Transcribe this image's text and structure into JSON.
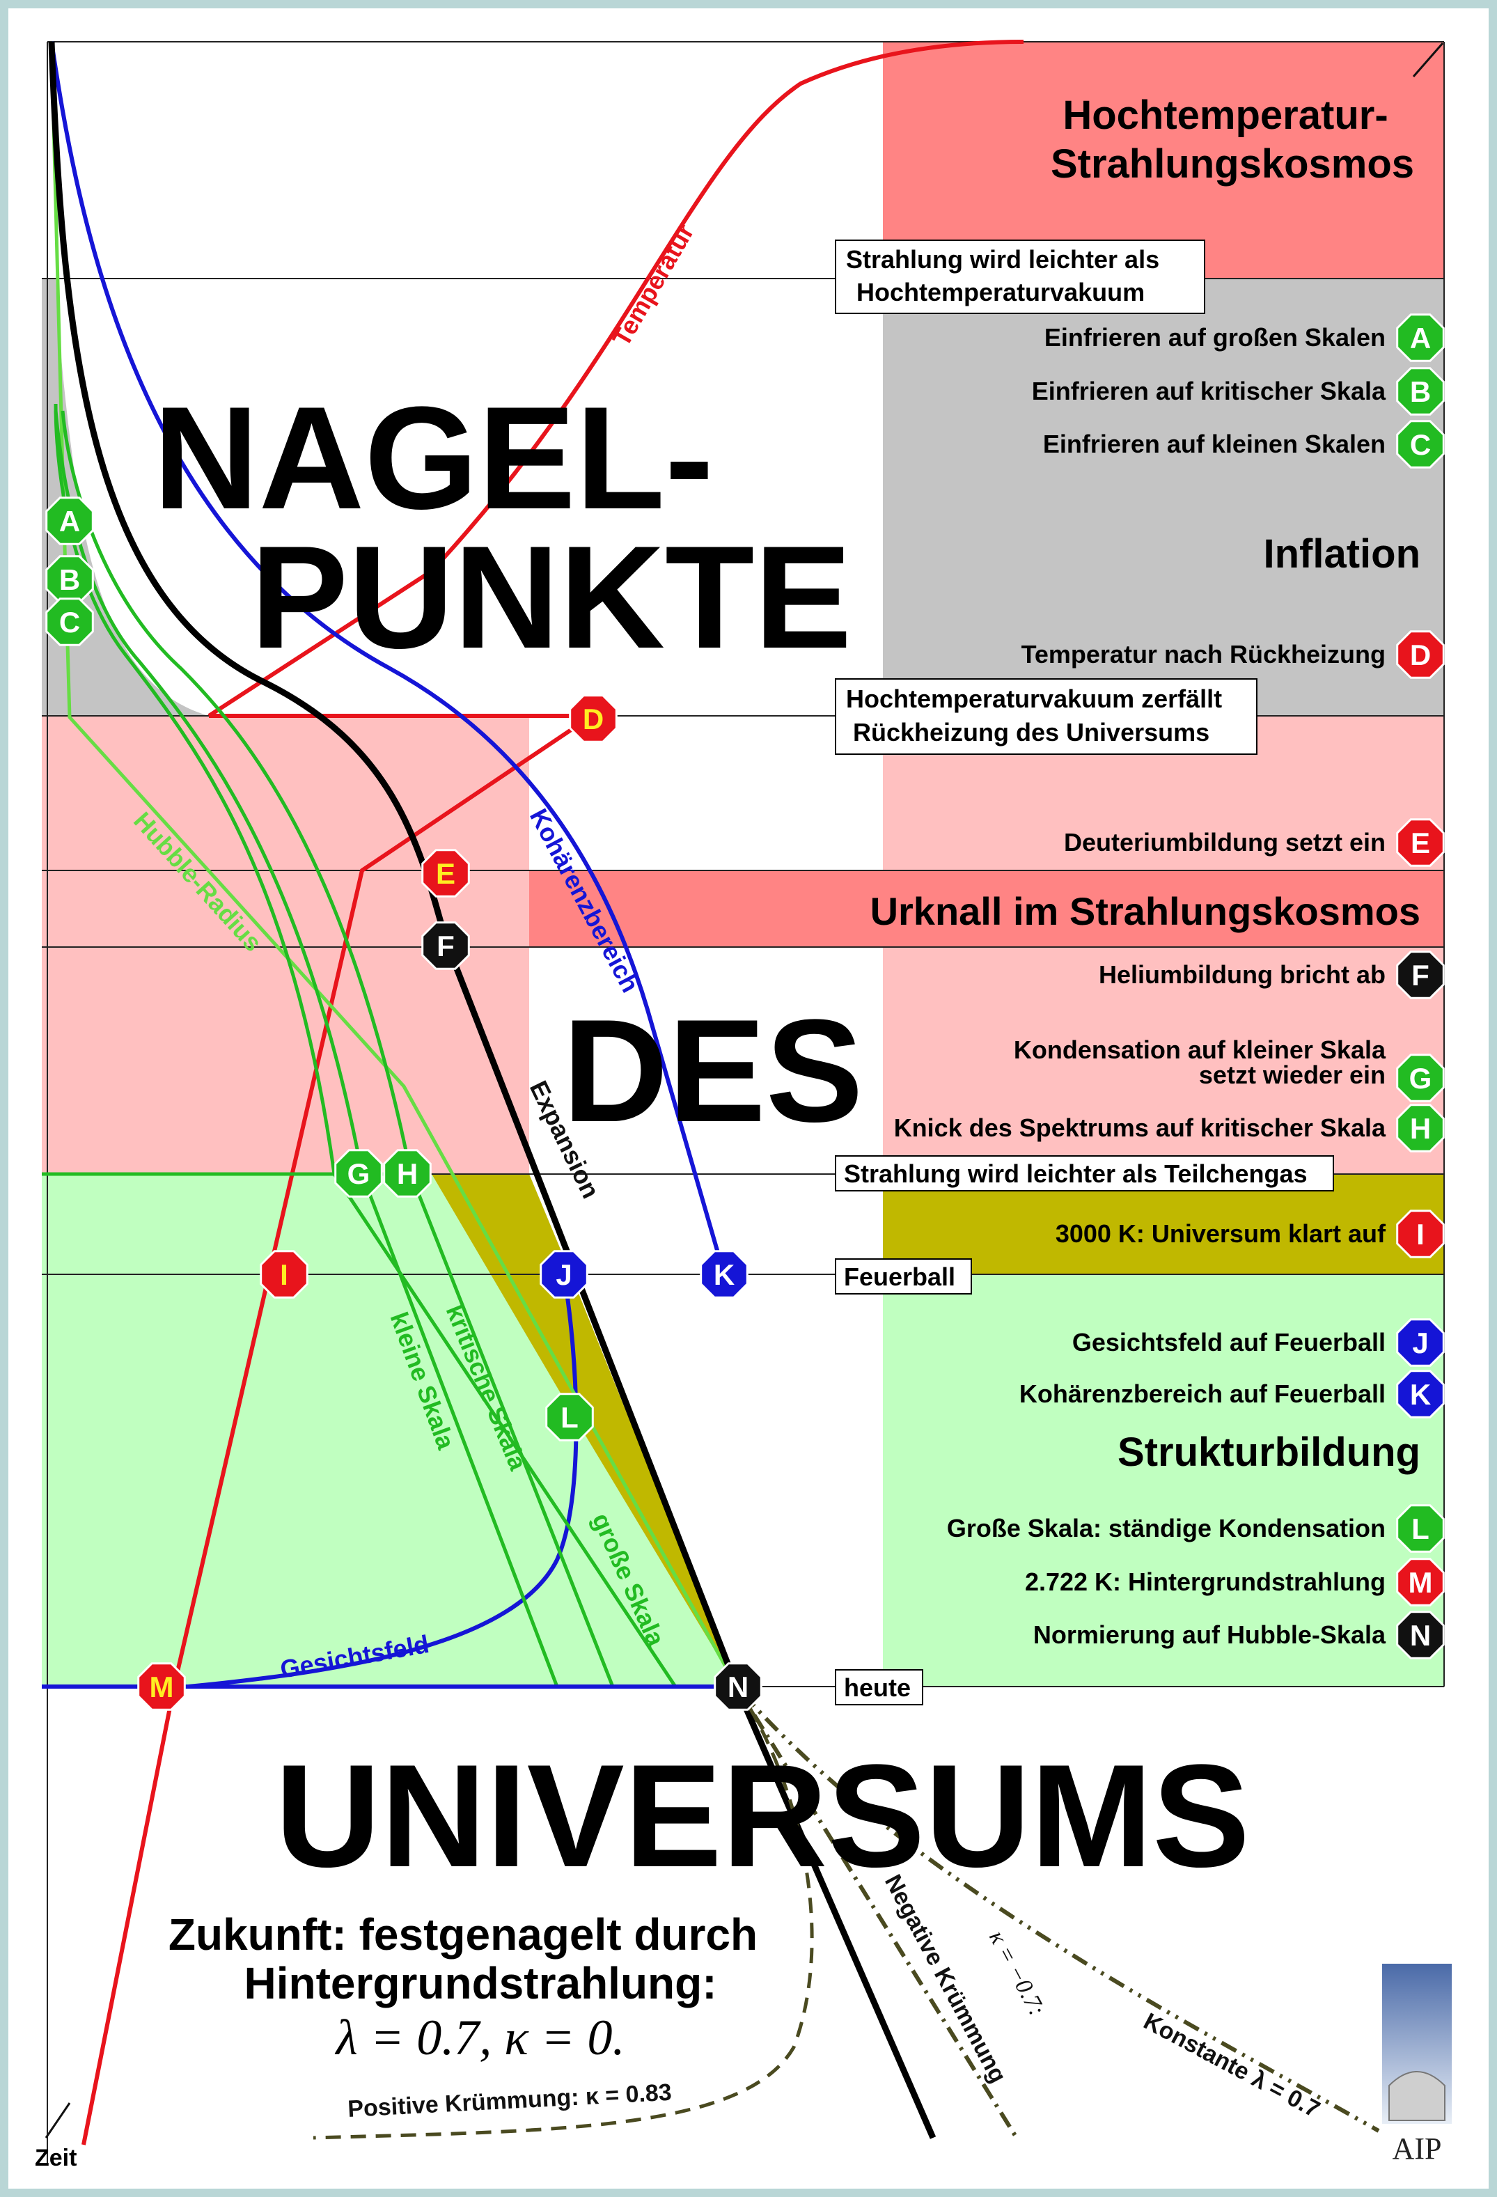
{
  "title": {
    "line1": "NAGEL-",
    "line2": "PUNKTE",
    "line3": "DES",
    "line4": "UNIVERSUMS"
  },
  "eras": {
    "high_temp": "Hochtemperatur-",
    "high_temp2": "Strahlungskosmos",
    "inflation": "Inflation",
    "urknall": "Urknall im Strahlungskosmos",
    "structure": "Strukturbildung"
  },
  "boxes": {
    "radiation_lighter_vacuum_1": "Strahlung wird leichter als",
    "radiation_lighter_vacuum_2": "Hochtemperaturvakuum",
    "vacuum_decays_1": "Hochtemperaturvakuum zerfällt",
    "vacuum_decays_2": "Rückheizung des Universums",
    "radiation_lighter_gas": "Strahlung wird leichter als Teilchengas",
    "feuerball": "Feuerball",
    "heute": "heute"
  },
  "events": [
    {
      "letter": "A",
      "text": "Einfrieren auf großen Skalen",
      "color": "#22bb22"
    },
    {
      "letter": "B",
      "text": "Einfrieren auf kritischer Skala",
      "color": "#22bb22"
    },
    {
      "letter": "C",
      "text": "Einfrieren auf kleinen Skalen",
      "color": "#22bb22"
    },
    {
      "letter": "D",
      "text": "Temperatur nach Rückheizung",
      "color": "#e8141c"
    },
    {
      "letter": "E",
      "text": "Deuteriumbildung setzt ein",
      "color": "#e8141c"
    },
    {
      "letter": "F",
      "text": "Heliumbildung bricht ab",
      "color": "#111111"
    },
    {
      "letter": "G",
      "text": "Kondensation auf kleiner Skala",
      "text2": "setzt wieder ein",
      "color": "#22bb22"
    },
    {
      "letter": "H",
      "text": "Knick des Spektrums auf kritischer Skala",
      "color": "#22bb22"
    },
    {
      "letter": "I",
      "text": "3000 K: Universum klart auf",
      "color": "#e8141c"
    },
    {
      "letter": "J",
      "text": "Gesichtsfeld auf Feuerball",
      "color": "#1515d6"
    },
    {
      "letter": "K",
      "text": "Kohärenzbereich auf Feuerball",
      "color": "#1515d6"
    },
    {
      "letter": "L",
      "text": "Große Skala: ständige Kondensation",
      "color": "#22bb22"
    },
    {
      "letter": "M",
      "text": "2.722 K: Hintergrundstrahlung",
      "color": "#e8141c"
    },
    {
      "letter": "N",
      "text": "Normierung auf Hubble-Skala",
      "color": "#111111"
    }
  ],
  "curves": {
    "temperatur": "Temperatur",
    "koharenz": "Kohärenzbereich",
    "hubble": "Hubble-Radius",
    "expansion": "Expansion",
    "kritische": "kritische Skala",
    "kleine": "kleine Skala",
    "grosse": "große Skala",
    "gesichtsfeld": "Gesichtsfeld",
    "negative": "Negative Krümmung",
    "kappa_neg": "κ = −0.7:",
    "konstante": "Konstante λ = 0.7",
    "positive": "Positive Krümmung: κ = 0.83"
  },
  "future": {
    "line1": "Zukunft: festgenagelt durch",
    "line2": "Hintergrundstrahlung:",
    "formula": "λ = 0.7, κ = 0."
  },
  "axis": {
    "zeit": "Zeit"
  },
  "logo": {
    "text": "AIP"
  },
  "colors": {
    "red_band": "#ff8484",
    "pink_band": "#ffc0c0",
    "gray_band": "#c4c4c4",
    "green_band": "#c0ffc0",
    "olive_band": "#c0b800",
    "red_curve": "#e8141c",
    "blue_curve": "#1515d6",
    "green_curve": "#22bb22",
    "light_green_curve": "#66dd44"
  }
}
